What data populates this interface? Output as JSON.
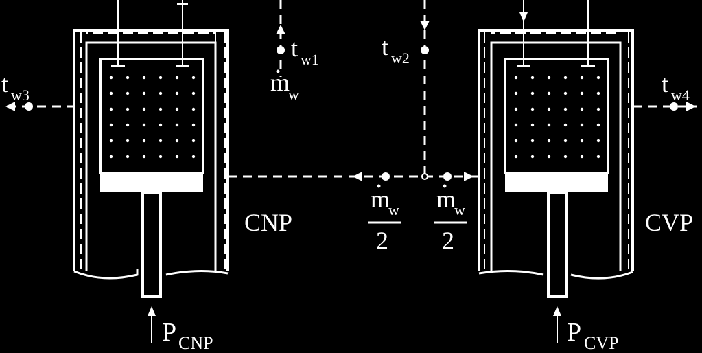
{
  "labels": {
    "tw1_base": "t",
    "tw1_sub": "w1",
    "tw2_base": "t",
    "tw2_sub": "w2",
    "tw3_base": "t",
    "tw3_sub": "w3",
    "tw4_base": "t",
    "tw4_sub": "w4",
    "mw_base": "m",
    "mw_sub": "w",
    "half_left_num_base": "m",
    "half_left_num_sub": "w",
    "half_left_den": "2",
    "half_right_num_base": "m",
    "half_right_num_sub": "w",
    "half_right_den": "2",
    "cnp": "CNP",
    "cvp": "CVP",
    "pcnp_base": "P",
    "pcnp_sub": "CNP",
    "pcvp_base": "P",
    "pcvp_sub": "CVP"
  },
  "colors": {
    "background": "#000000",
    "foreground": "#ffffff"
  }
}
